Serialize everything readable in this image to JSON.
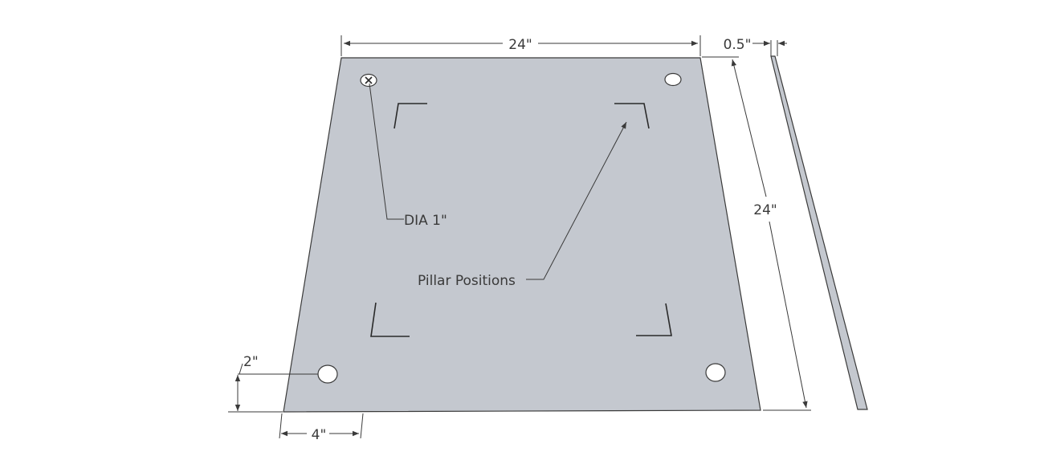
{
  "labels": {
    "width": "24\"",
    "depth": "24\"",
    "thickness": "0.5\"",
    "hole_diameter": "DIA 1\"",
    "pillar": "Pillar Positions",
    "edge_offset_vertical": "2\"",
    "edge_offset_horizontal": "4\""
  },
  "colors": {
    "plate_fill": "#c4c8cf",
    "hole_fill": "#ffffff",
    "line": "#3a3a3a"
  }
}
